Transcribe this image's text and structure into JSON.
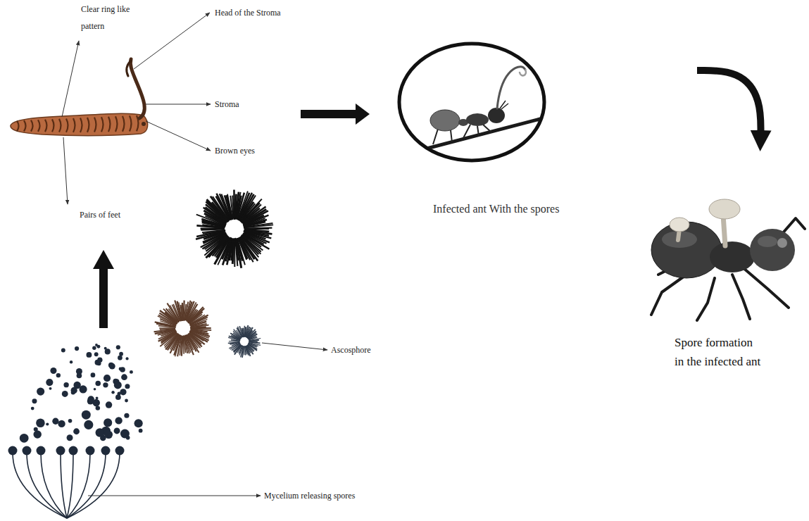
{
  "diagram": {
    "nodes": [
      {
        "text": [
          "Infected ant With the spores"
        ]
      },
      {
        "text": [
          "Spore formation in the infected ant"
        ]
      }
    ],
    "edges": [
      {
        "from": 0,
        "to": 1,
        "arrow": "to"
      }
    ],
    "labels": [
      "Clear ring like pattern",
      "Head of the Stroma",
      "Stroma",
      "Brown eyes",
      "Pairs of feet",
      "Ascosphore",
      "Mycelium releasing spores"
    ]
  }
}
